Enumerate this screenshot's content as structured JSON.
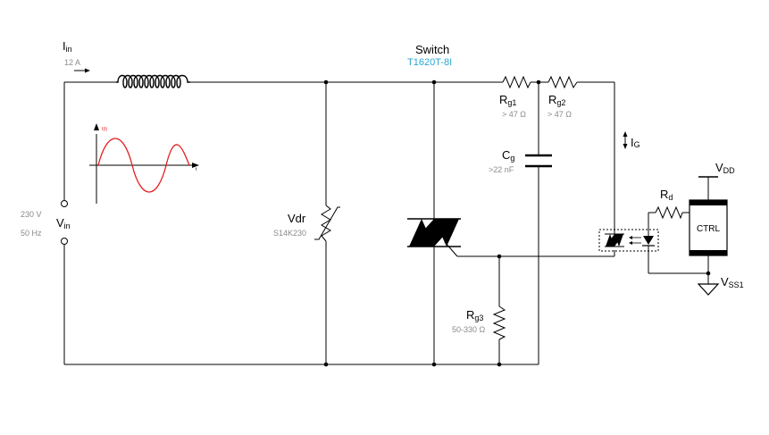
{
  "colors": {
    "wire": "#000000",
    "note": "#8a8a8a",
    "part_number": "#29a8d0",
    "waveform": "#e02020",
    "waveform_label": "#e02020"
  },
  "source": {
    "current_main": "I",
    "current_sub": "in",
    "current_value": "12 A",
    "voltage_main": "V",
    "voltage_sub": "in",
    "voltage_rms": "230 V",
    "frequency": "50 Hz",
    "wave_axis_y": "I(t)",
    "wave_axis_x": "t"
  },
  "switch": {
    "title": "Switch",
    "part": "T1620T-8I"
  },
  "varistor": {
    "name": "Vdr",
    "part": "S14K230"
  },
  "rg1": {
    "main": "R",
    "sub": "g1",
    "value": "> 47 Ω"
  },
  "rg2": {
    "main": "R",
    "sub": "g2",
    "value": "> 47 Ω"
  },
  "cg": {
    "main": "C",
    "sub": "g",
    "value": ">22 nF"
  },
  "rg3": {
    "main": "R",
    "sub": "g3",
    "value": "50-330 Ω"
  },
  "gate_current": {
    "main": "I",
    "sub": "G"
  },
  "rd": {
    "main": "R",
    "sub": "d"
  },
  "ctrl": {
    "label": "CTRL"
  },
  "vdd": {
    "main": "V",
    "sub": "DD"
  },
  "vss": {
    "main": "V",
    "sub": "SS1"
  }
}
